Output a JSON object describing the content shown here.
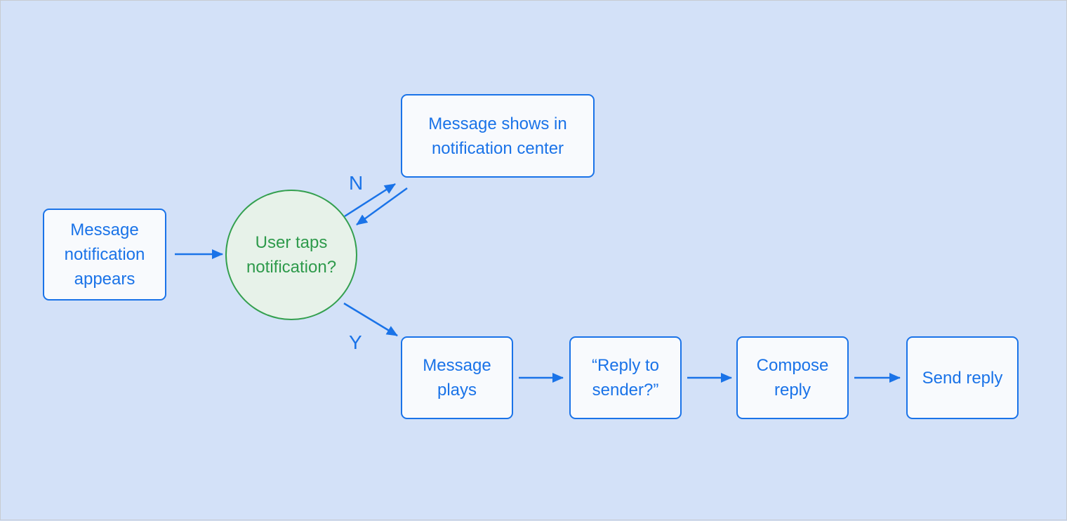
{
  "colors": {
    "background": "#d3e1f8",
    "page-border": "#c7cbd1",
    "blue": "#1a73e8",
    "node-fill": "#f8fafd",
    "green": "#34a04f",
    "green-fill": "#e7f2e9",
    "green-text": "#2e9a4b"
  },
  "diagram": {
    "nodes": {
      "start": {
        "label": "Message notification appears"
      },
      "decision": {
        "label": "User taps notification?"
      },
      "notification_center": {
        "label": "Message shows in notification center"
      },
      "message_plays": {
        "label": "Message plays"
      },
      "reply_to_sender": {
        "label": "“Reply to sender?”"
      },
      "compose_reply": {
        "label": "Compose reply"
      },
      "send_reply": {
        "label": "Send reply"
      }
    },
    "edge_labels": {
      "no": "N",
      "yes": "Y"
    }
  }
}
